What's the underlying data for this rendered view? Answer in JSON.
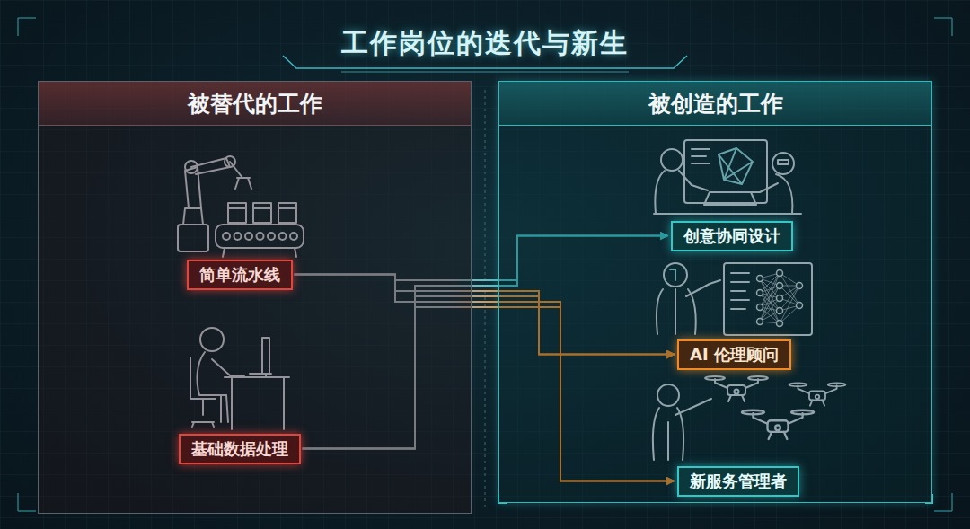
{
  "diagram": {
    "title": "工作岗位的迭代与新生",
    "nodes": [
      {
        "text": [
          "被替代的工作"
        ]
      },
      {
        "text": [
          "简单流水线"
        ],
        "in": 0
      },
      {
        "text": [
          "基础数据处理"
        ],
        "in": 0
      },
      {
        "text": [
          "被创造的工作"
        ]
      },
      {
        "text": [
          "创意协同设计"
        ],
        "in": 3
      },
      {
        "text": [
          "AI 伦理顾问"
        ],
        "in": 3
      },
      {
        "text": [
          "新服务管理者"
        ],
        "in": 3
      }
    ],
    "edges": [
      {
        "from": 1,
        "to": 4,
        "arrow": "to"
      },
      {
        "from": 1,
        "to": 5,
        "arrow": "to"
      },
      {
        "from": 1,
        "to": 6,
        "arrow": "to"
      },
      {
        "from": 2,
        "to": 4,
        "arrow": "to"
      },
      {
        "from": 2,
        "to": 5,
        "arrow": "to"
      },
      {
        "from": 2,
        "to": 6,
        "arrow": "to"
      }
    ]
  }
}
